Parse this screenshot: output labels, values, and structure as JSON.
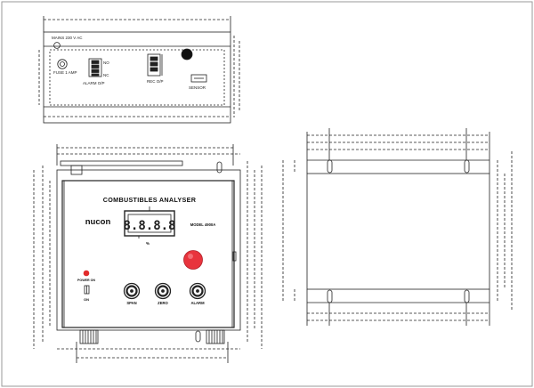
{
  "top_view": {
    "power_label": "MAINS 230 V AC",
    "fuse_label": "FUSE 1 AMP",
    "no_label": "NO",
    "nc_label": "NC",
    "alarm_label": "ALARM O/P",
    "rec_label": "REC O/P",
    "sensor_label": "SENSOR"
  },
  "front_panel": {
    "title": "COMBUSTIBLES ANALYSER",
    "brand": "nucon",
    "model": "MODEL 4900A",
    "display_value": "8.8.8.8",
    "unit": "%",
    "power_on_label": "POWER ON",
    "switch_label": "ON",
    "knobs": [
      "SPAN",
      "ZERO",
      "ALARM"
    ]
  },
  "colors": {
    "line": "#222222",
    "dim": "#333333",
    "alarm_lamp": "#e8343d",
    "power_lamp": "#e22b2b",
    "display": "#1a1a1a"
  }
}
